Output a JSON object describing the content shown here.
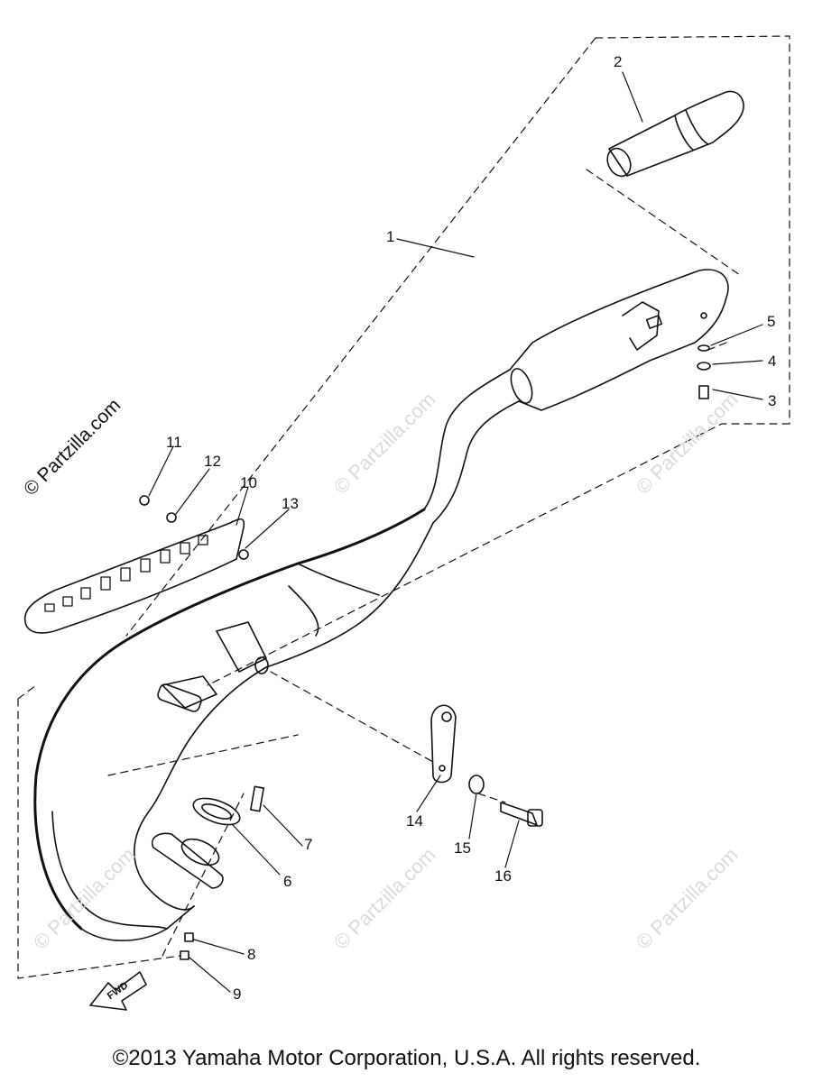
{
  "diagram": {
    "callouts": [
      "1",
      "2",
      "3",
      "4",
      "5",
      "6",
      "7",
      "8",
      "9",
      "10",
      "11",
      "12",
      "13",
      "14",
      "15",
      "16"
    ],
    "direction_label": "FWD"
  },
  "watermark": {
    "text": "© Partzilla.com",
    "color": "#d9d9d9"
  },
  "footer": {
    "copyright": "©2013 Yamaha Motor Corporation, U.S.A. All rights reserved."
  }
}
